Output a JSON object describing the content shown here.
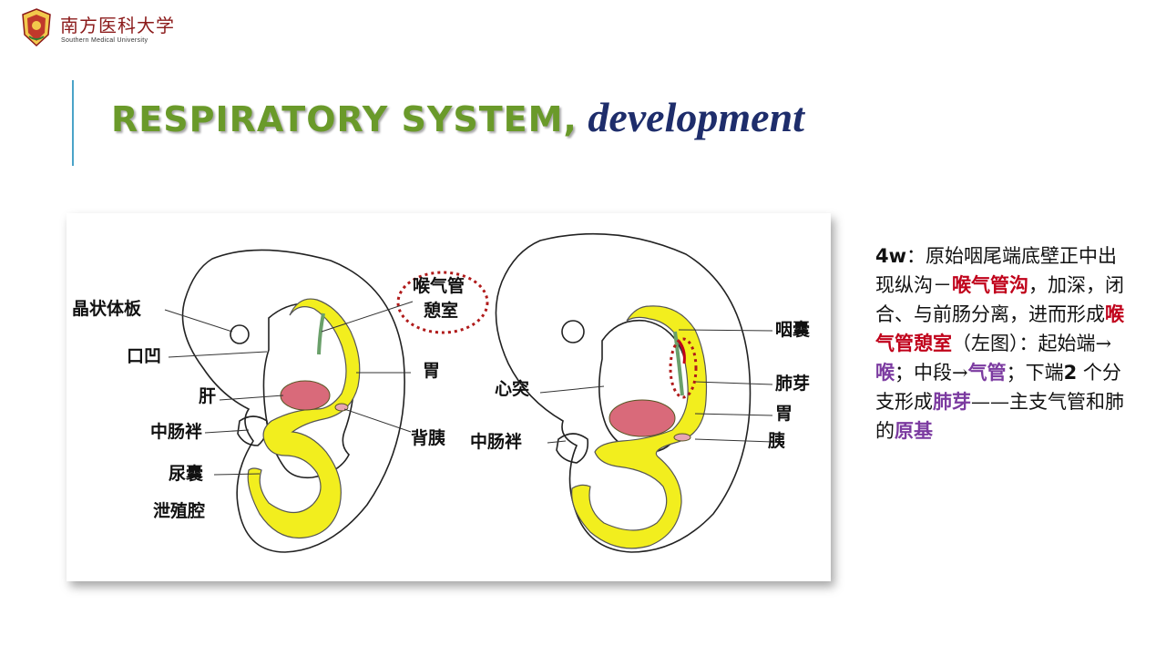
{
  "logo": {
    "name_cn": "南方医科大学",
    "name_en": "Southern Medical University"
  },
  "title": {
    "main": "RESPIRATORY SYSTEM,",
    "sub": " development"
  },
  "figure": {
    "left_labels": {
      "lens_plate": "晶状体板",
      "stomodeum": "口凹",
      "liver": "肝",
      "midgut_loop": "中肠袢",
      "allantois": "尿囊",
      "cloaca": "泄殖腔",
      "diverticulum_line1": "喉气管",
      "diverticulum_line2": "憩室",
      "stomach": "胃",
      "dorsal_pancreas": "背胰"
    },
    "right_labels": {
      "heart_bulge": "心突",
      "midgut_loop": "中肠袢",
      "pharyngeal_pouch": "咽囊",
      "lung_bud": "肺芽",
      "stomach": "胃",
      "pancreas": "胰"
    }
  },
  "description": {
    "p1": "4w",
    "p2": "：原始咽尾端底壁正中出现纵沟－",
    "p3": "喉气管沟",
    "p4": "，加深，闭合、与前肠分离，进而形成",
    "p5": "喉气管憩室",
    "p6": "（左图）：起始端→",
    "p7": "喉",
    "p8": "；中段→",
    "p9": "气管",
    "p10": "；下端",
    "p11": "2",
    "p12": " 个分支形成",
    "p13": "肺芽",
    "p14": "——主支气管和肺的",
    "p15": "原基"
  },
  "colors": {
    "title_green": "#6a9a2a",
    "title_navy": "#1e2d6b",
    "highlight_red": "#c0001a",
    "highlight_purple": "#7b3aa0",
    "gut_yellow": "#f2ee1e",
    "liver_pink": "#d96a7a",
    "accent_blue": "#4aa3c8"
  }
}
